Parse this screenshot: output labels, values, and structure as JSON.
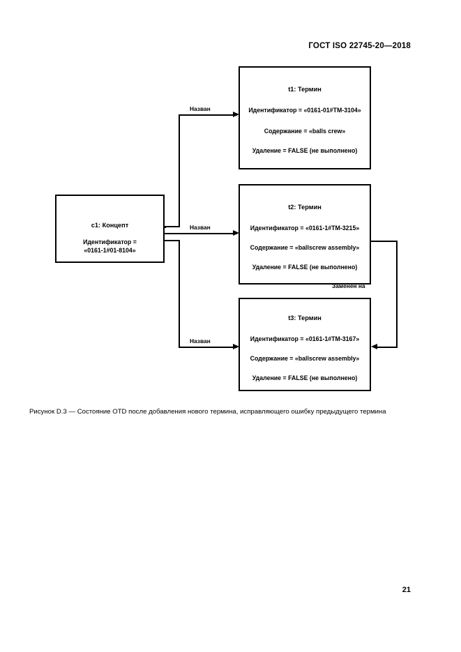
{
  "document": {
    "header": "ГОСТ ISO 22745-20—2018",
    "page_number": "21",
    "figure_caption": "Рисунок D.3 — Состояние OTD после добавления нового термина, исправляющего ошибку предыдущего термина"
  },
  "diagram": {
    "type": "object-instance-diagram",
    "nodes": [
      {
        "id": "concept",
        "title": "c1: Концепт",
        "lines": [
          "Идентификатор =",
          "«0161-1#01-8104»"
        ]
      },
      {
        "id": "term1",
        "title": "t1: Термин",
        "lines": [
          "Идентификатор = «0161-01#TM-3104»",
          "Содержание = «balls crew»",
          "Удаление = FALSE (не выполнено)"
        ]
      },
      {
        "id": "term2",
        "title": "t2: Термин",
        "lines": [
          "Идентификатор = «0161-1#TM-3215»",
          "Содержание = «ballscrew assembly»",
          "Удаление = FALSE (не выполнено)"
        ]
      },
      {
        "id": "term3",
        "title": "t3: Термин",
        "lines": [
          "Идентификатор = «0161-1#TM-3167»",
          "Содержание = «ballscrew assembly»",
          "Удаление = FALSE (не выполнено)"
        ]
      }
    ],
    "edges": [
      {
        "id": "edge-concept-term1",
        "label": "Назван",
        "from": "concept",
        "to": "term1"
      },
      {
        "id": "edge-concept-term2",
        "label": "Назван",
        "from": "concept",
        "to": "term2"
      },
      {
        "id": "edge-concept-term3",
        "label": "Назван",
        "from": "concept",
        "to": "term3"
      },
      {
        "id": "edge-term2-term3",
        "label": "Заменен на",
        "from": "term2",
        "to": "term3"
      }
    ],
    "colors": {
      "line": "#000000",
      "box_fill": "#ffffff",
      "text": "#000000"
    }
  }
}
